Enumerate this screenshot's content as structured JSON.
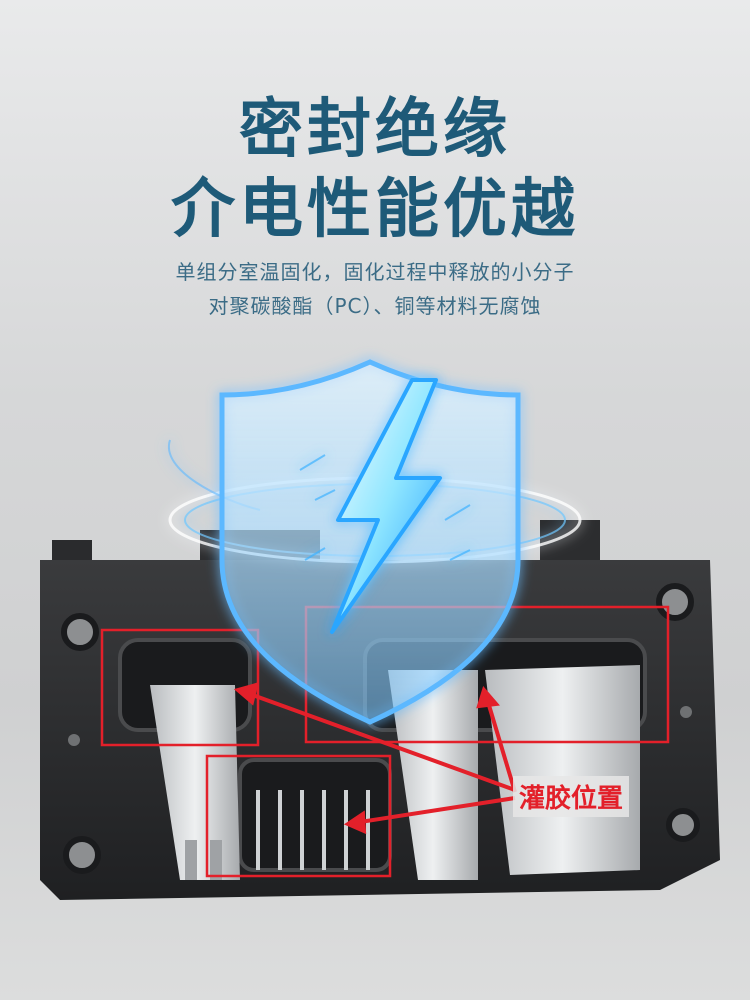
{
  "headline": {
    "line1": "密封绝缘",
    "line2": "介电性能优越"
  },
  "subtext": {
    "line1": "单组分室温固化，固化过程中释放的小分子",
    "line2": "对聚碳酸酯（PC）、铜等材料无腐蚀"
  },
  "callout": {
    "label": "灌胶位置"
  },
  "colors": {
    "headline": "#1e5a78",
    "subtext": "#3b6c86",
    "callout": "#e3202a",
    "shield_glow": "#4fb9ff",
    "bolt": "#9ee7ff"
  },
  "icons": [
    "shield-icon",
    "lightning-bolt-icon"
  ]
}
